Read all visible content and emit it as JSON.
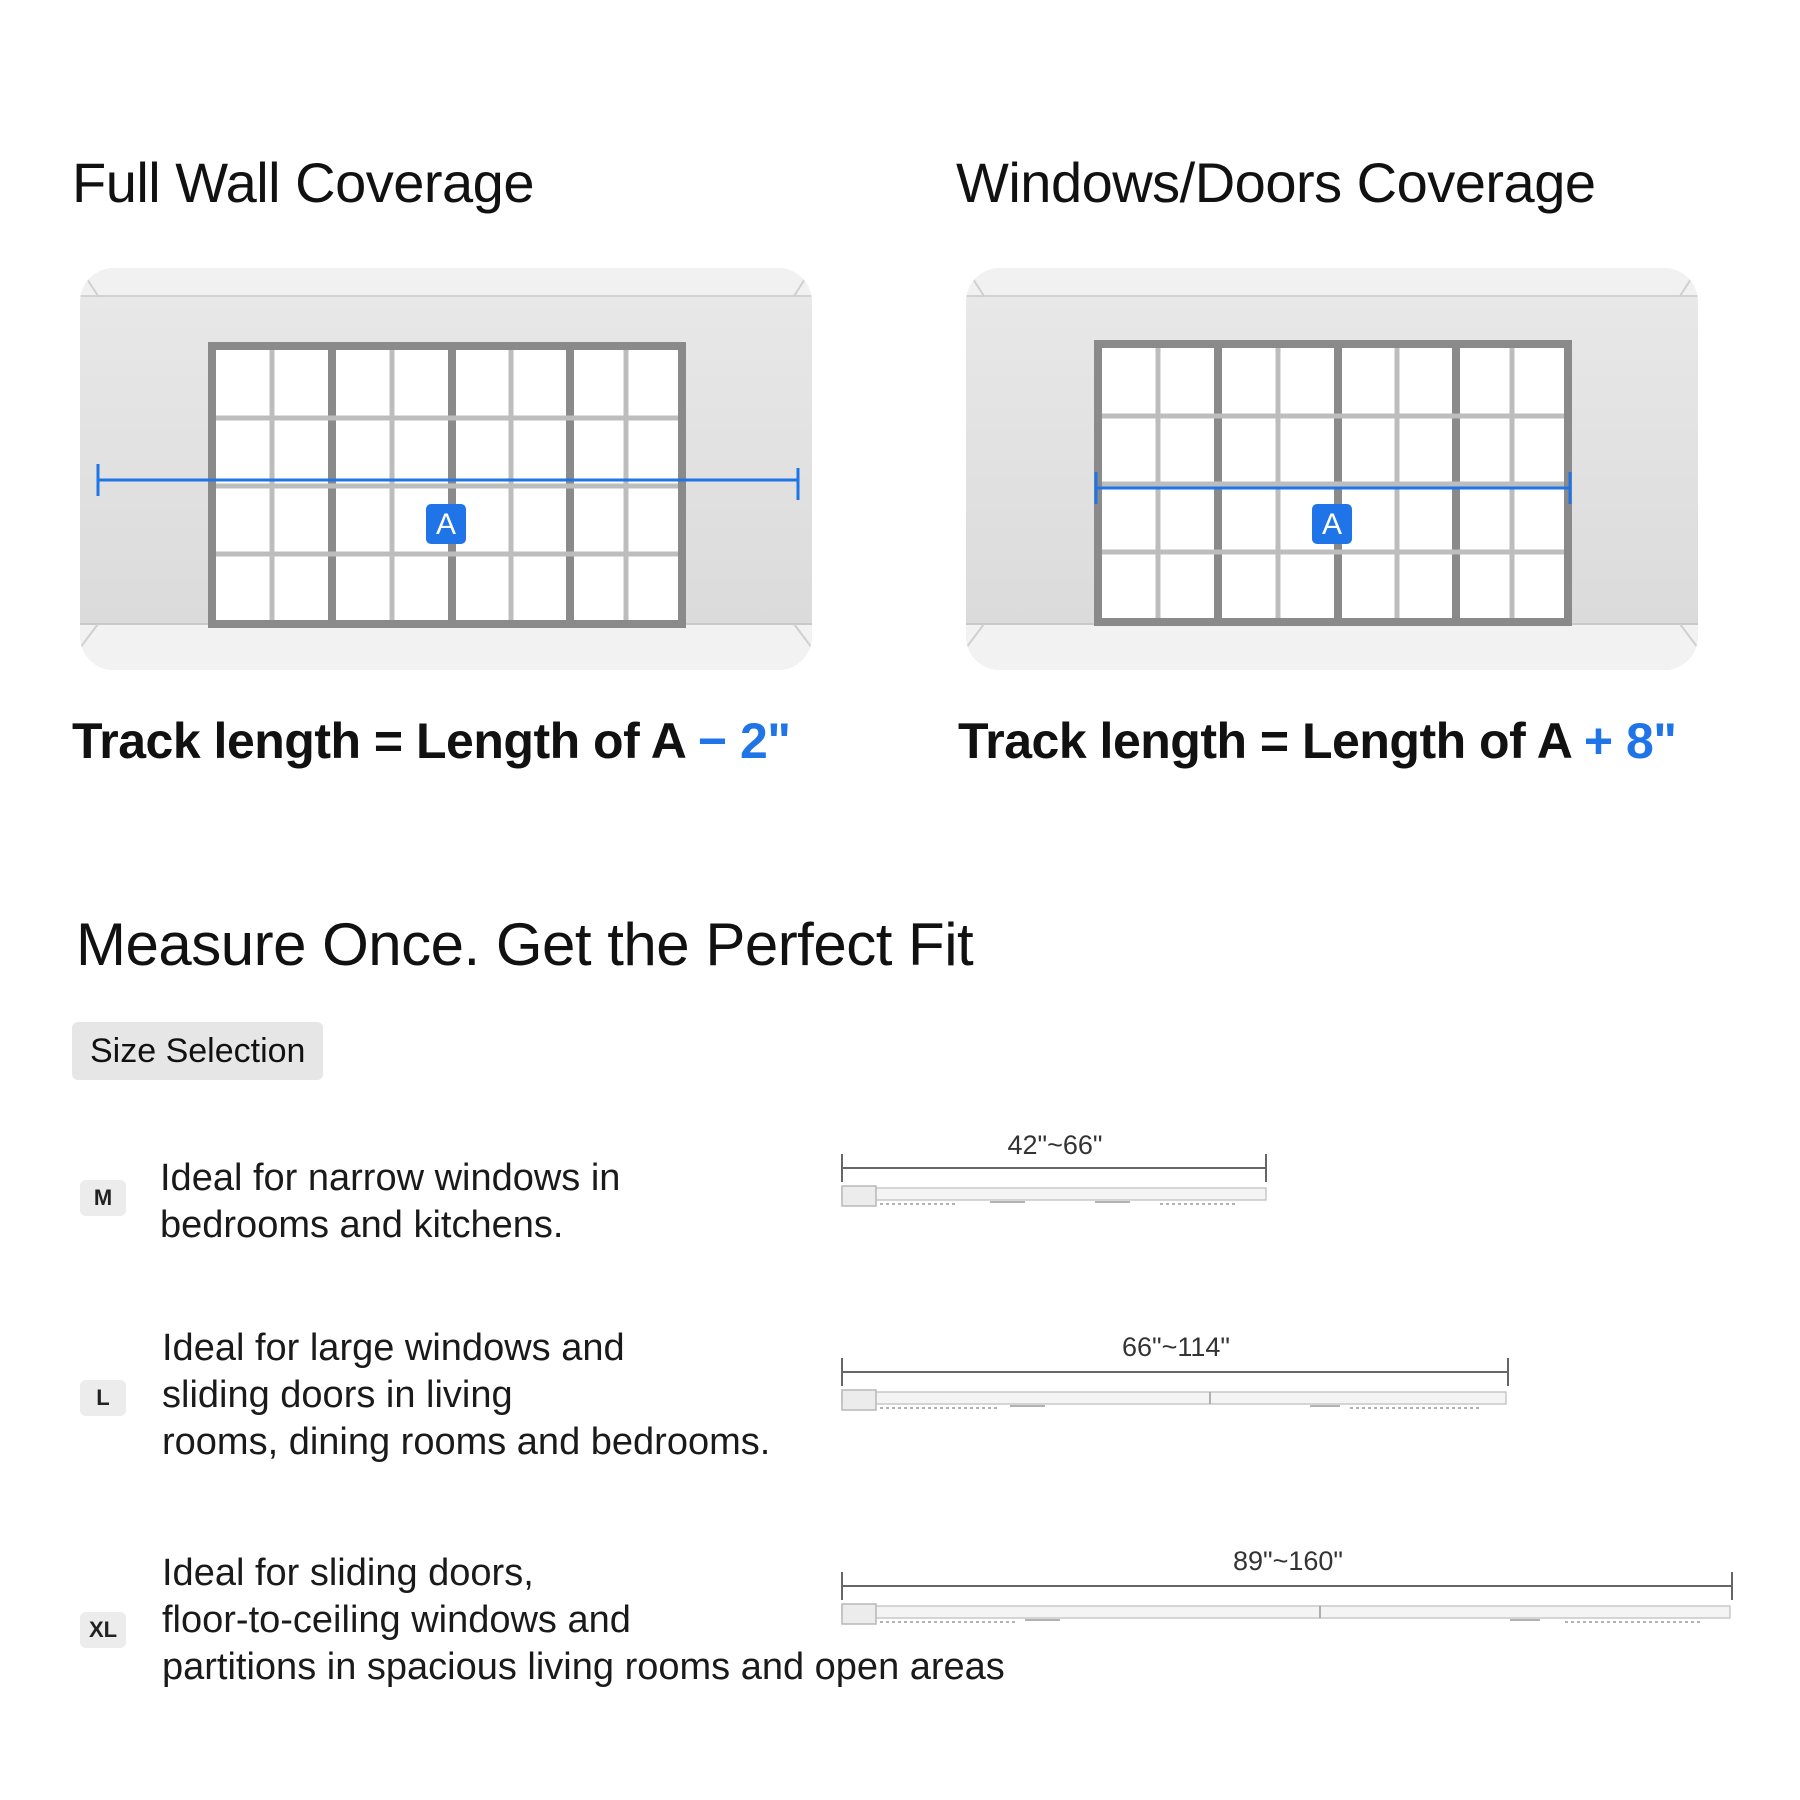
{
  "coverage": [
    {
      "title": "Full Wall Coverage",
      "marker": "A",
      "formula_prefix": "Track length = Length of A ",
      "formula_adjust": "− 2\""
    },
    {
      "title": "Windows/Doors Coverage",
      "marker": "A",
      "formula_prefix": "Track length = Length of A ",
      "formula_adjust": "+ 8\""
    }
  ],
  "section_title": "Measure Once. Get the Perfect Fit",
  "size_selection_label": "Size Selection",
  "sizes": [
    {
      "code": "M",
      "description": [
        "Ideal for narrow windows in",
        "bedrooms and kitchens."
      ],
      "range": "42\"~66\""
    },
    {
      "code": "L",
      "description": [
        "Ideal for large windows and",
        "sliding doors in living",
        "rooms, dining rooms and bedrooms."
      ],
      "range": "66\"~114\""
    },
    {
      "code": "XL",
      "description": [
        "Ideal for sliding doors,",
        "floor-to-ceiling windows and",
        "partitions in spacious living rooms and open areas"
      ],
      "range": "89\"~160\""
    }
  ],
  "colors": {
    "accent": "#1f74e8",
    "text": "#111111",
    "pill_bg": "#e6e6e6"
  }
}
